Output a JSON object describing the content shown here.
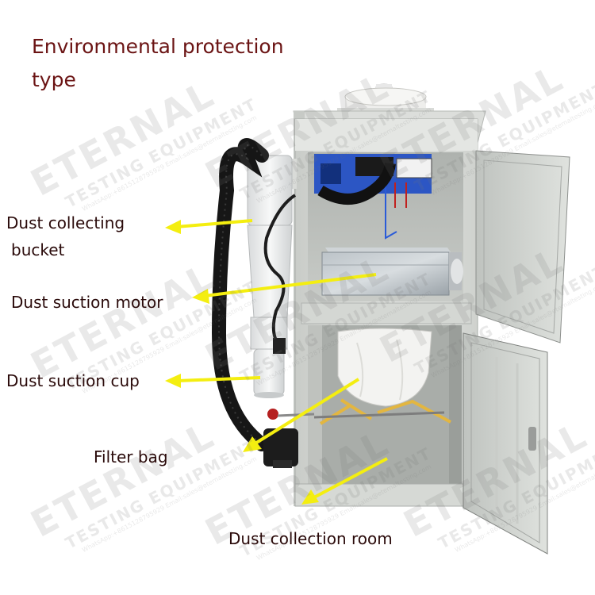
{
  "title": {
    "line1": "Environmental protection",
    "line2": "type"
  },
  "labels": {
    "dust_collecting_bucket_line1": "Dust collecting",
    "dust_collecting_bucket_line2": "bucket",
    "dust_suction_motor": "Dust suction motor",
    "dust_suction_cup": "Dust suction cup",
    "filter_bag": "Filter bag",
    "dust_collection_room": "Dust collection room"
  },
  "watermark": {
    "brand": "ETERNAL",
    "sub": "TESTING EQUIPMENT",
    "contact": "WhatsApp:+8615128795929 Email:sales@eternaltesting.com"
  },
  "colors": {
    "title_text": "#6b1414",
    "arrow": "#f4ee10",
    "cabinet": "#e0e2df",
    "hose": "#1c1c1c"
  }
}
